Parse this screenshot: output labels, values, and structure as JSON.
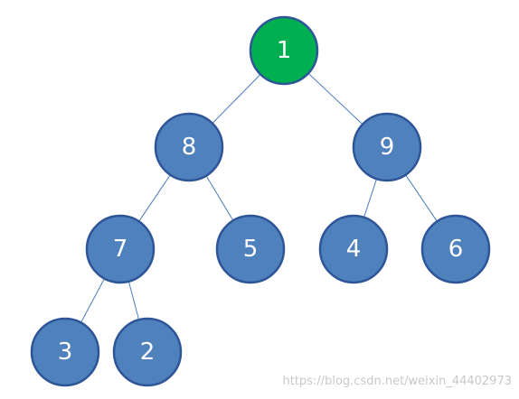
{
  "tree": {
    "nodes": [
      {
        "id": "n1",
        "label": "1",
        "highlighted": true
      },
      {
        "id": "n8",
        "label": "8",
        "highlighted": false
      },
      {
        "id": "n9",
        "label": "9",
        "highlighted": false
      },
      {
        "id": "n7",
        "label": "7",
        "highlighted": false
      },
      {
        "id": "n5",
        "label": "5",
        "highlighted": false
      },
      {
        "id": "n4",
        "label": "4",
        "highlighted": false
      },
      {
        "id": "n6",
        "label": "6",
        "highlighted": false
      },
      {
        "id": "n3",
        "label": "3",
        "highlighted": false
      },
      {
        "id": "n2",
        "label": "2",
        "highlighted": false
      }
    ],
    "edges": [
      {
        "from": "n1",
        "to": "n8"
      },
      {
        "from": "n1",
        "to": "n9"
      },
      {
        "from": "n8",
        "to": "n7"
      },
      {
        "from": "n8",
        "to": "n5"
      },
      {
        "from": "n9",
        "to": "n4"
      },
      {
        "from": "n9",
        "to": "n6"
      },
      {
        "from": "n7",
        "to": "n3"
      },
      {
        "from": "n7",
        "to": "n2"
      }
    ]
  },
  "colors": {
    "highlight_fill": "#00b050",
    "node_fill": "#4f81bd",
    "node_stroke": "#2e5597",
    "edge": "#4a7ebb",
    "label": "#ffffff"
  },
  "watermark": "https://blog.csdn.net/weixin_44402973"
}
